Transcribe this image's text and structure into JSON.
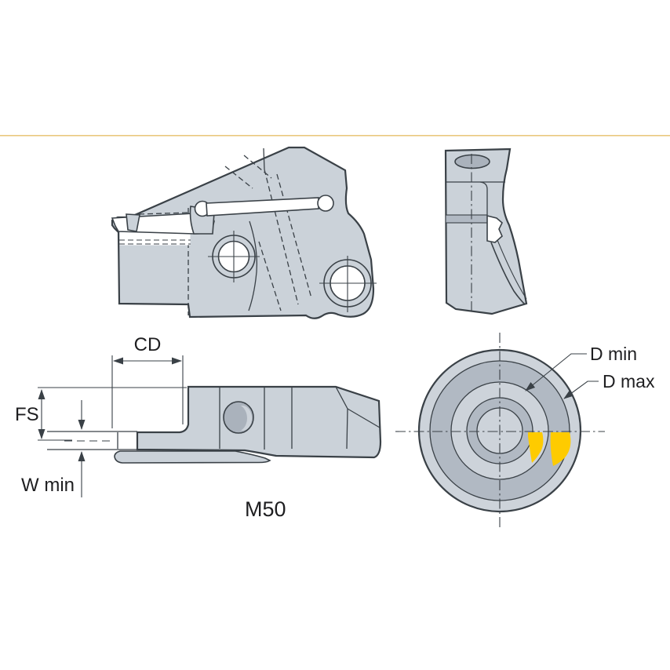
{
  "drawing": {
    "title": "Modular grooving tool technical drawing",
    "labels": {
      "cd": "CD",
      "fs": "FS",
      "w_min": "W min",
      "thread": "M50",
      "d_min": "D min",
      "d_max": "D max"
    },
    "colors": {
      "body": "#cbd2d9",
      "outline": "#3a4147",
      "dark": "#aab2bc",
      "ring_light": "#cdd3da",
      "ring_dark": "#b1b9c3",
      "insert": "#fecb00",
      "text": "#1e1e20",
      "separator": "#e9c87e"
    }
  }
}
